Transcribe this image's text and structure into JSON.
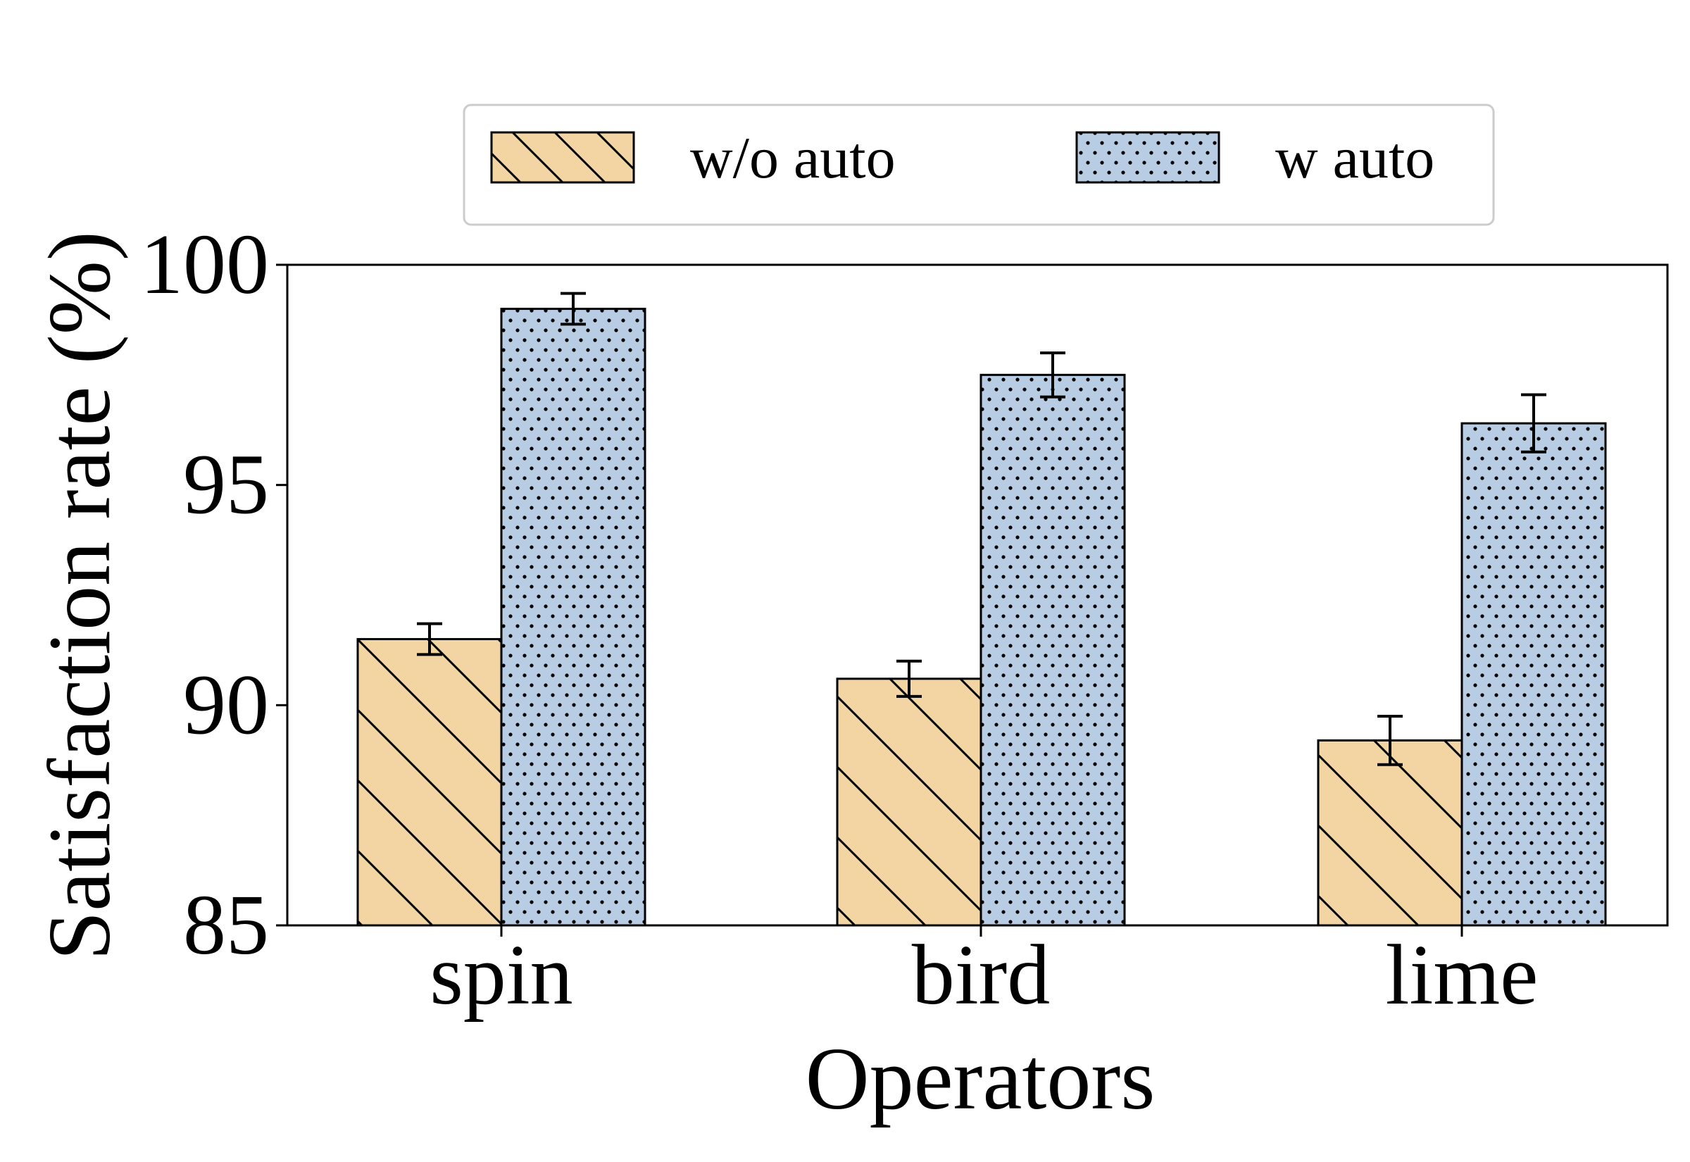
{
  "chart_data": {
    "type": "bar",
    "xlabel": "Operators",
    "ylabel": "Satisfaction rate (%)",
    "ylim": [
      85,
      100
    ],
    "yticks": [
      85,
      90,
      95,
      100
    ],
    "categories": [
      "spin",
      "bird",
      "lime"
    ],
    "series": [
      {
        "name": "w/o auto",
        "values": [
          91.5,
          90.6,
          89.2
        ],
        "errors": [
          0.35,
          0.4,
          0.55
        ],
        "color": "#f3d5a3",
        "pattern": "diagonal-hatch"
      },
      {
        "name": "w auto",
        "values": [
          99.0,
          97.5,
          96.4
        ],
        "errors": [
          0.35,
          0.5,
          0.65
        ],
        "color": "#b8cce4",
        "pattern": "dots"
      }
    ],
    "legend_position": "top-center",
    "grid": false
  }
}
